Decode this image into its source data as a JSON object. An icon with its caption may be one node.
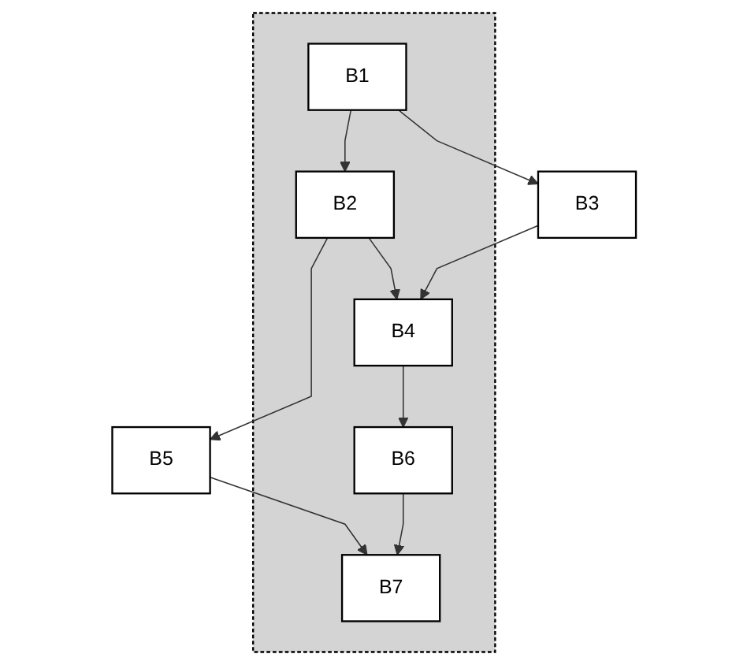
{
  "diagram": {
    "nodes": [
      {
        "text": [],
        "shape": "cloud"
      },
      {
        "text": [
          "B1"
        ],
        "in": 0
      },
      {
        "text": [
          "B2"
        ],
        "in": 0
      },
      {
        "text": [
          "B3"
        ]
      },
      {
        "text": [
          "B4"
        ],
        "in": 0
      },
      {
        "text": [
          "B5"
        ]
      },
      {
        "text": [
          "B6"
        ],
        "in": 0
      },
      {
        "text": [
          "B7"
        ],
        "in": 0
      }
    ],
    "edges": [
      {
        "from": 1,
        "to": 2,
        "arrow": "to"
      },
      {
        "from": 1,
        "to": 3,
        "arrow": "to"
      },
      {
        "from": 2,
        "to": 5,
        "arrow": "to"
      },
      {
        "from": 2,
        "to": 4,
        "arrow": "to"
      },
      {
        "from": 3,
        "to": 4,
        "arrow": "to"
      },
      {
        "from": 4,
        "to": 6,
        "arrow": "to"
      },
      {
        "from": 5,
        "to": 7,
        "arrow": "to"
      },
      {
        "from": 6,
        "to": 7,
        "arrow": "to"
      }
    ]
  }
}
